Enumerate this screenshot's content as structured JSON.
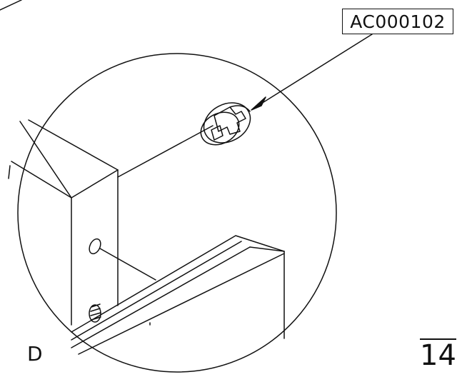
{
  "callout": {
    "part_number": "AC000102"
  },
  "detail": {
    "letter": "D"
  },
  "page": {
    "number": "14"
  },
  "colors": {
    "ink": "#111111",
    "background": "#ffffff"
  },
  "icons": {
    "cam-lock": "cam-lock-fitting-icon",
    "arrow": "leader-arrow-icon"
  }
}
